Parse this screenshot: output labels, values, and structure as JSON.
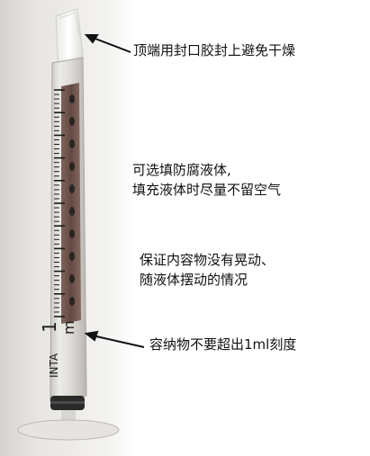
{
  "annotations": {
    "top_seal": {
      "lines": [
        "顶端用封口胶封上避免干燥"
      ]
    },
    "fill_liquid": {
      "lines": [
        "可选填防腐液体,",
        "填充液体时尽量不留空气"
      ]
    },
    "no_movement": {
      "lines": [
        "保证内容物没有晃动、",
        "随液体摆动的情况"
      ]
    },
    "volume_limit": {
      "lines": [
        "容纳物不要超出1ml刻度"
      ]
    }
  },
  "syringe": {
    "barrel_marking": "INTA",
    "scale_marking": "1",
    "scale_unit": "m",
    "liquid_color": "#5a3a30",
    "scale_color": "#1a1a1a",
    "seal_tape_color": "#f2f2f0"
  }
}
